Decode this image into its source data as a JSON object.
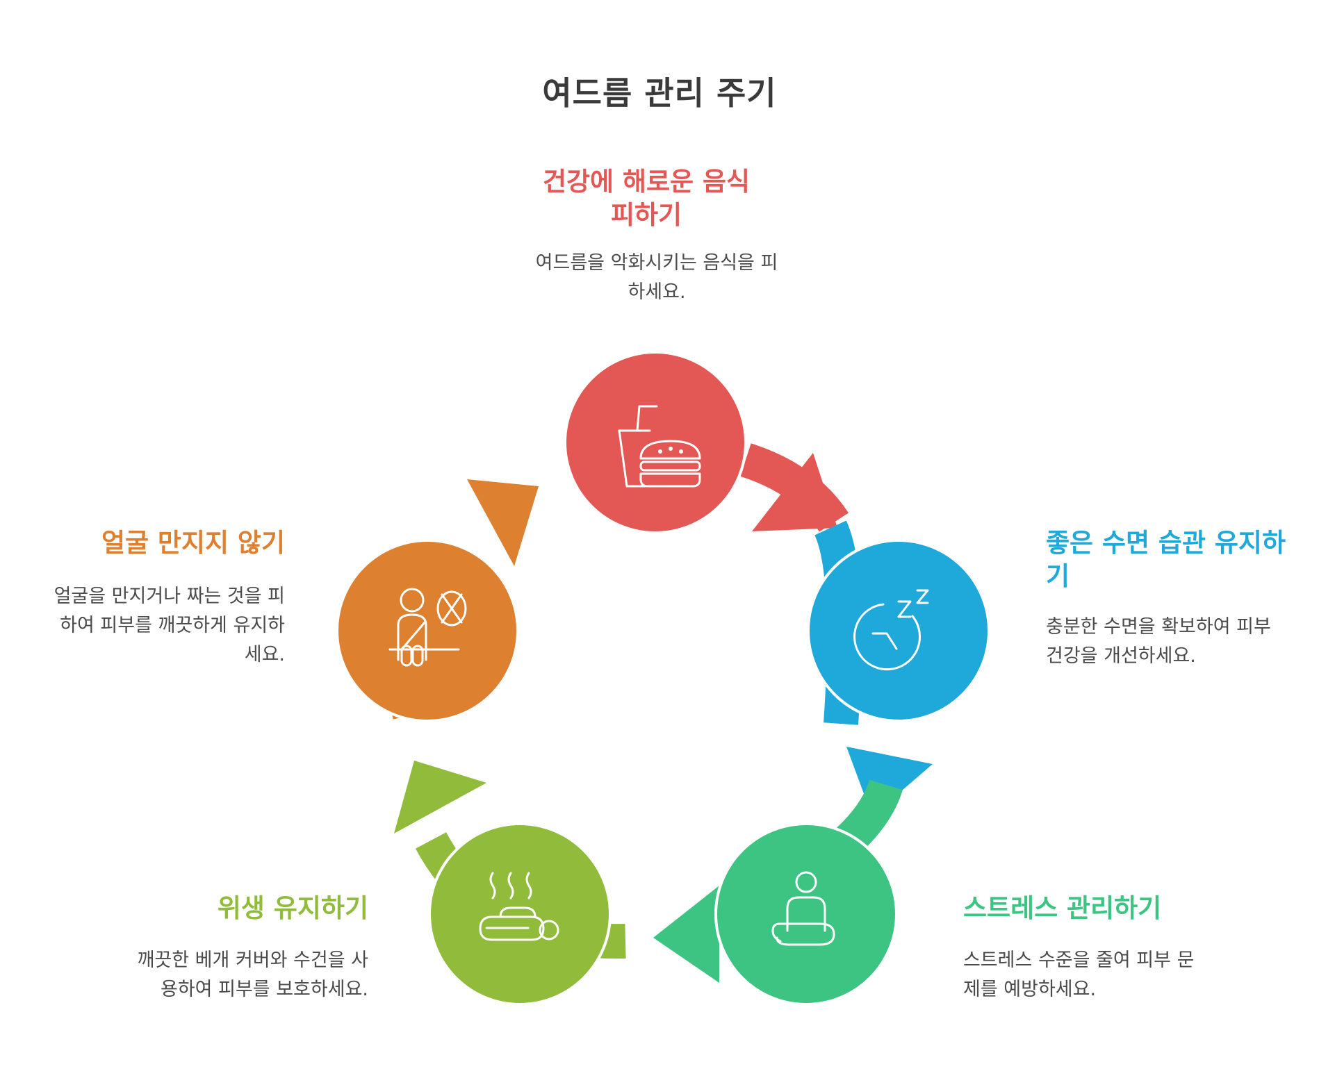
{
  "title": "여드름 관리 주기",
  "steps": [
    {
      "id": "avoid-food",
      "title": "건강에 해로운 음식 피하기",
      "description": "여드름을 악화시키는 음식을 피하세요.",
      "color": "#E35855",
      "icon": "fast-food-icon"
    },
    {
      "id": "sleep",
      "title": "좋은 수면 습관 유지하기",
      "description": "충분한 수면을 확보하여 피부 건강을 개선하세요.",
      "color": "#1FA9DA",
      "icon": "sleep-clock-icon"
    },
    {
      "id": "stress",
      "title": "스트레스 관리하기",
      "description": "스트레스 수준을 줄여 피부 문제를 예방하세요.",
      "color": "#3DC482",
      "icon": "meditation-icon"
    },
    {
      "id": "hygiene",
      "title": "위생 유지하기",
      "description": "깨끗한 베개 커버와 수건을 사용하여 피부를 보호하세요.",
      "color": "#90BB3B",
      "icon": "clean-pillow-icon"
    },
    {
      "id": "no-touch",
      "title": "얼굴 만지지 않기",
      "description": "얼굴을 만지거나 짜는 것을 피하여 피부를 깨끗하게 유지하세요.",
      "color": "#DD8131",
      "icon": "no-touch-face-icon"
    }
  ]
}
